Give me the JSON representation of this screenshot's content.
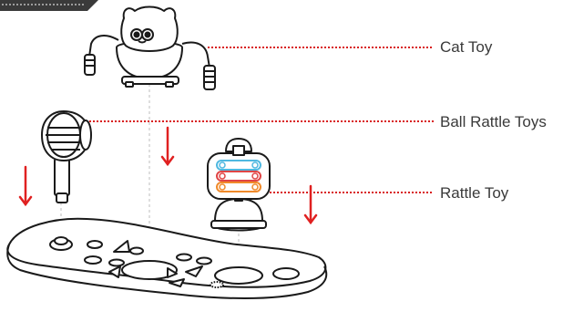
{
  "labels": {
    "cat_toy": "Cat Toy",
    "ball_rattle_toys": "Ball Rattle Toys",
    "rattle_toy": "Rattle Toy"
  },
  "colors": {
    "line": "#1a1a1a",
    "leader": "#d81e1e",
    "arrow": "#e02020",
    "guide": "#bdbdbd",
    "label": "#3a3a3a",
    "rattle_blue": "#4fb8e0",
    "rattle_red": "#e04545",
    "rattle_orange": "#f08a2a"
  },
  "icons": {
    "cat_toy": "cat-toy-illustration",
    "ball_rattle": "ball-rattle-illustration",
    "rattle": "rattle-illustration",
    "base": "activity-base-tray-illustration"
  }
}
